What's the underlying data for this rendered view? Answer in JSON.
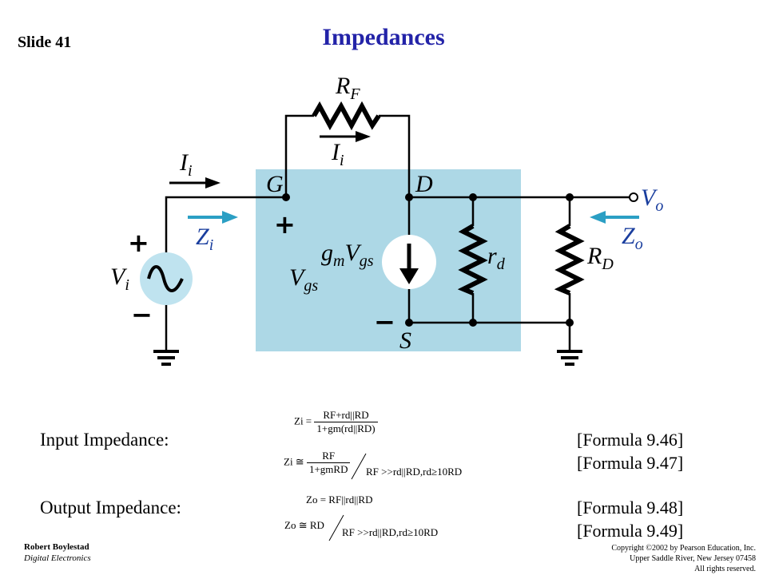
{
  "slide": {
    "label": "Slide 41",
    "title": "Impedances"
  },
  "circuit": {
    "labels": {
      "rf": "R",
      "rf_sub": "F",
      "ii_top": "I",
      "ii_top_sub": "i",
      "ii_left": "I",
      "ii_left_sub": "i",
      "g": "G",
      "d": "D",
      "s": "S",
      "vo": "V",
      "vo_sub": "o",
      "zi": "Z",
      "zi_sub": "i",
      "zo": "Z",
      "zo_sub": "o",
      "vi": "V",
      "vi_sub": "i",
      "gm": "g",
      "gm_sub": "m",
      "gm_v": "V",
      "gm_v_sub": "gs",
      "vgs": "V",
      "vgs_sub": "gs",
      "rd": "r",
      "rd_sub": "d",
      "rdd": "R",
      "rdd_sub": "D",
      "plus": "+",
      "minus": "−"
    },
    "colors": {
      "fet_box": "#add8e6",
      "arrow_blue": "#2b9fc4",
      "wire": "#000000",
      "label_blue": "#1a3e9e"
    }
  },
  "formulas": {
    "input_label": "Input Impedance:",
    "output_label": "Output Impedance:",
    "f946": {
      "lhs": "Zi =",
      "num": "RF+rd||RD",
      "den": "1+gm(rd||RD)",
      "ref": "[Formula 9.46]"
    },
    "f947": {
      "lhs": "Zi ≅",
      "num": "RF",
      "den": "1+gmRD",
      "cond": "RF >>rd||RD,rd≥10RD",
      "ref": "[Formula 9.47]"
    },
    "f948": {
      "expr": "Zo = RF||rd||RD",
      "ref": "[Formula 9.48]"
    },
    "f949": {
      "expr": "Zo ≅ RD",
      "cond": "RF >>rd||RD,rd≥10RD",
      "ref": "[Formula 9.49]"
    }
  },
  "footer": {
    "author": "Robert Boylestad",
    "book": "Digital Electronics",
    "copyright_1": "Copyright ©2002 by Pearson Education, Inc.",
    "copyright_2": "Upper Saddle River, New Jersey 07458",
    "copyright_3": "All rights reserved."
  }
}
